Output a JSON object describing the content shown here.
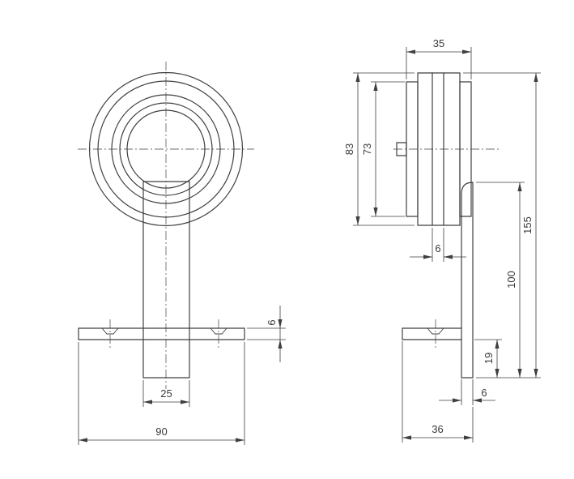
{
  "drawing_type": "technical_drawing",
  "background": "#ffffff",
  "line_color": "#3f3f3f",
  "dims": {
    "front": {
      "arm_width": "25",
      "plate_width": "90",
      "plate_thickness": "6"
    },
    "side": {
      "wheel_width": "35",
      "wheel_outer_diameter": "83",
      "wheel_inner_diameter": "73",
      "groove_width": "6",
      "overall_height": "155",
      "bracket_height": "100",
      "bracket_below_plate": "19",
      "bracket_thickness": "6",
      "plate_depth": "36"
    }
  }
}
